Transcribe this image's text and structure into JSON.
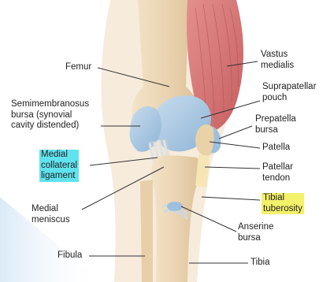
{
  "colors": {
    "highlight_cyan": "#5fe3ef",
    "highlight_yellow": "#f3f06a",
    "leader_line": "#333333",
    "bursa_blue": "#a9c8e2",
    "muscle_red": "#d9797a",
    "bone_tan": "#ecd9bd",
    "ligament_white": "#e6ecf2"
  },
  "labels": {
    "femur": "Femur",
    "semimembranosus_bursa": "Semimembranosus\nbursa (synovial\ncavity distended)",
    "medial_collateral_ligament": "Medial\ncollateral\nligament",
    "medial_meniscus": "Medial\nmeniscus",
    "fibula": "Fibula",
    "vastus_medialis": "Vastus\nmedialis",
    "suprapatellar_pouch": "Suprapatellar\npouch",
    "prepatella_bursa": "Prepatella\nbursa",
    "patella": "Patella",
    "patellar_tendon": "Patellar\ntendon",
    "tibial_tuberosity": "Tibial\ntuberosity",
    "anserine_bursa": "Anserine\nbursa",
    "tibia": "Tibia"
  },
  "icons": {
    "anatomy_illustration": "knee-joint-anatomy-illustration"
  }
}
